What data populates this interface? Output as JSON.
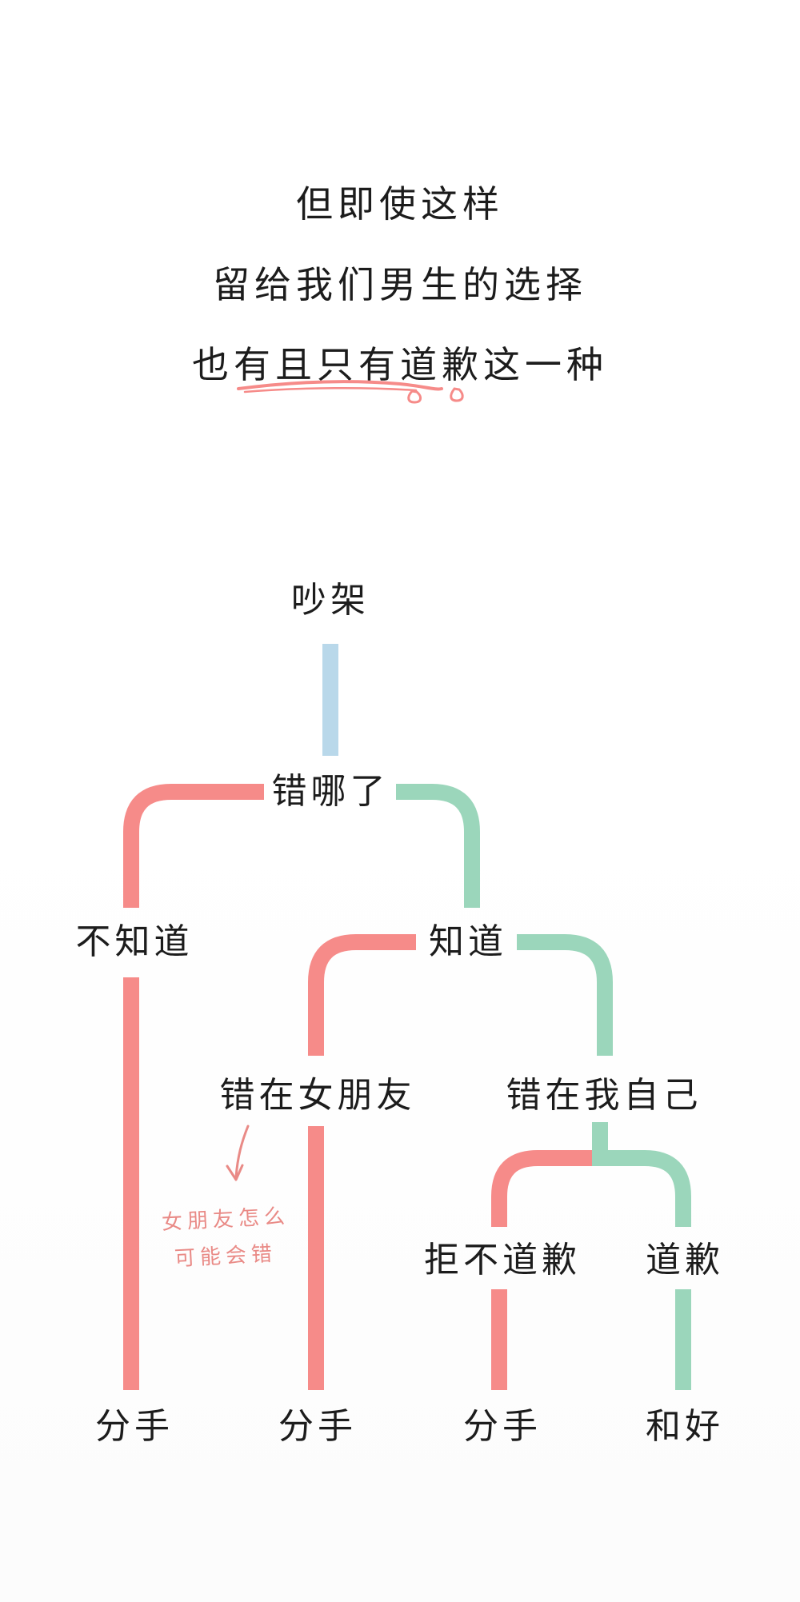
{
  "intro": {
    "line1": "但即使这样",
    "line2": "留给我们男生的选择",
    "line3": "也有且只有道歉这一种"
  },
  "nodes": {
    "root": "吵架",
    "where_wrong": "错哪了",
    "dont_know": "不知道",
    "know": "知道",
    "girlfriend_fault": "错在女朋友",
    "my_fault": "错在我自己",
    "refuse_apology": "拒不道歉",
    "apologize": "道歉",
    "leaf_breakup_1": "分手",
    "leaf_breakup_2": "分手",
    "leaf_breakup_3": "分手",
    "leaf_reconcile": "和好"
  },
  "annotation": {
    "line1": "女朋友怎么",
    "line2": "可能会错"
  },
  "colors": {
    "negative_branch": "#f68b89",
    "positive_branch": "#9bd6bb",
    "root_stem": "#b9d8ea",
    "annotation": "#e98a86",
    "text": "#1c1c1c"
  }
}
